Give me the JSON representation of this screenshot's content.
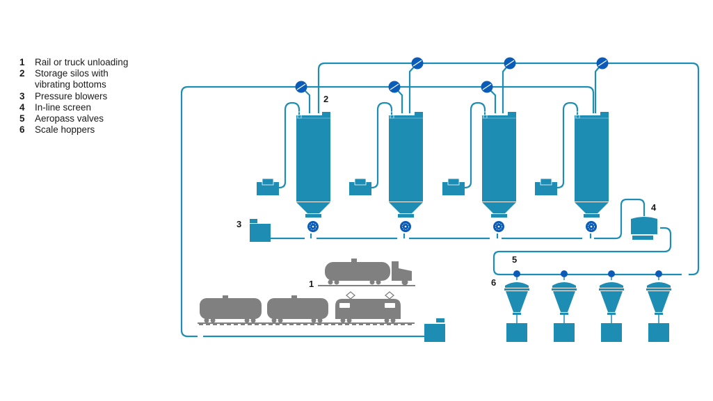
{
  "legend": [
    {
      "num": "1",
      "text": "Rail or truck unloading"
    },
    {
      "num": "2",
      "text": "Storage silos with\nvibrating bottoms"
    },
    {
      "num": "3",
      "text": "Pressure blowers"
    },
    {
      "num": "4",
      "text": "In-line screen"
    },
    {
      "num": "5",
      "text": "Aeropass valves"
    },
    {
      "num": "6",
      "text": "Scale hoppers"
    }
  ],
  "callouts": {
    "rail_truck": "1",
    "silos": "2",
    "blowers": "3",
    "screen": "4",
    "aeropass": "5",
    "scale_hoppers": "6"
  },
  "components": {
    "silos": 4,
    "dust_collectors": 4,
    "upper_diverter_valves": 3,
    "lower_diverter_valves": 3,
    "rotary_feeders": 4,
    "aeropass_valves": 4,
    "scale_hoppers": 4,
    "rail_cars": [
      "tank-car",
      "tank-car",
      "locomotive"
    ],
    "truck": "tank-truck"
  },
  "colors": {
    "equipment": "#1e8db3",
    "pipe": "#1e8db3",
    "valve": "#0b5cb8",
    "vehicle": "#808080",
    "text": "#1a1a1a"
  }
}
